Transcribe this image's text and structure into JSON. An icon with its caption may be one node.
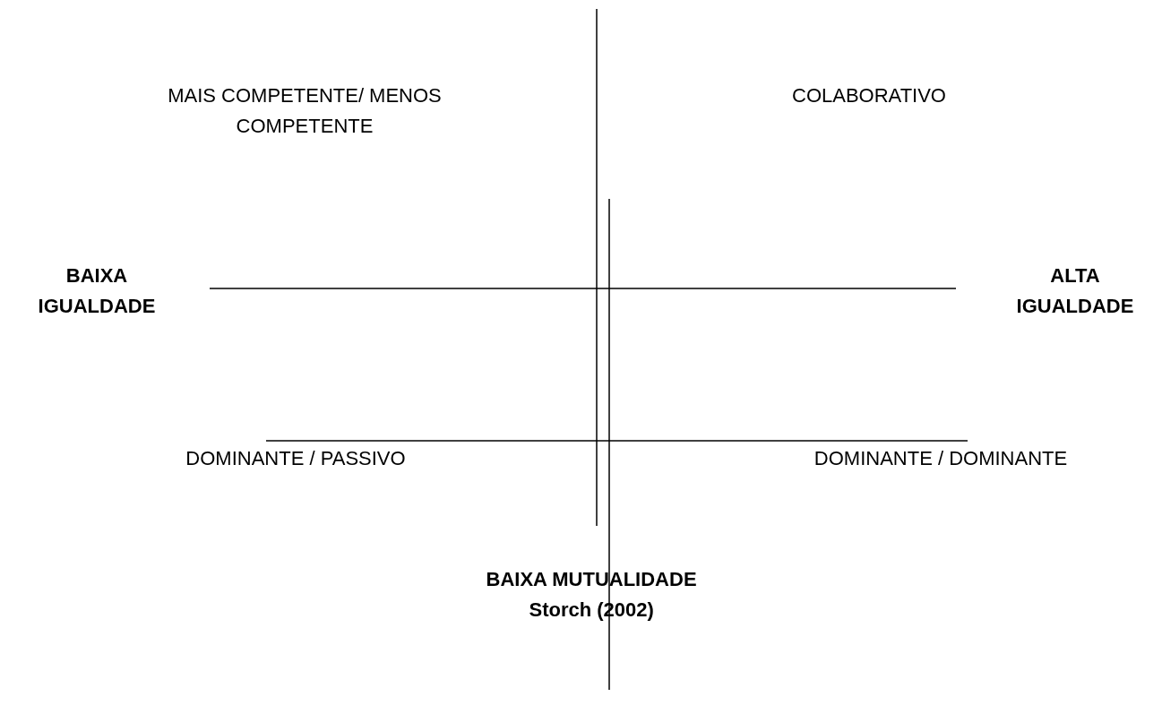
{
  "diagram": {
    "labels": [
      "MAIS COMPETENTE/ MENOS COMPETENTE",
      "COLABORATIVO",
      "BAIXA IGUALDADE",
      "ALTA IGUALDADE",
      "DOMINANTE / PASSIVO",
      "DOMINANTE / DOMINANTE",
      "BAIXA MUTUALIDADE",
      "Storch (2002)"
    ]
  }
}
